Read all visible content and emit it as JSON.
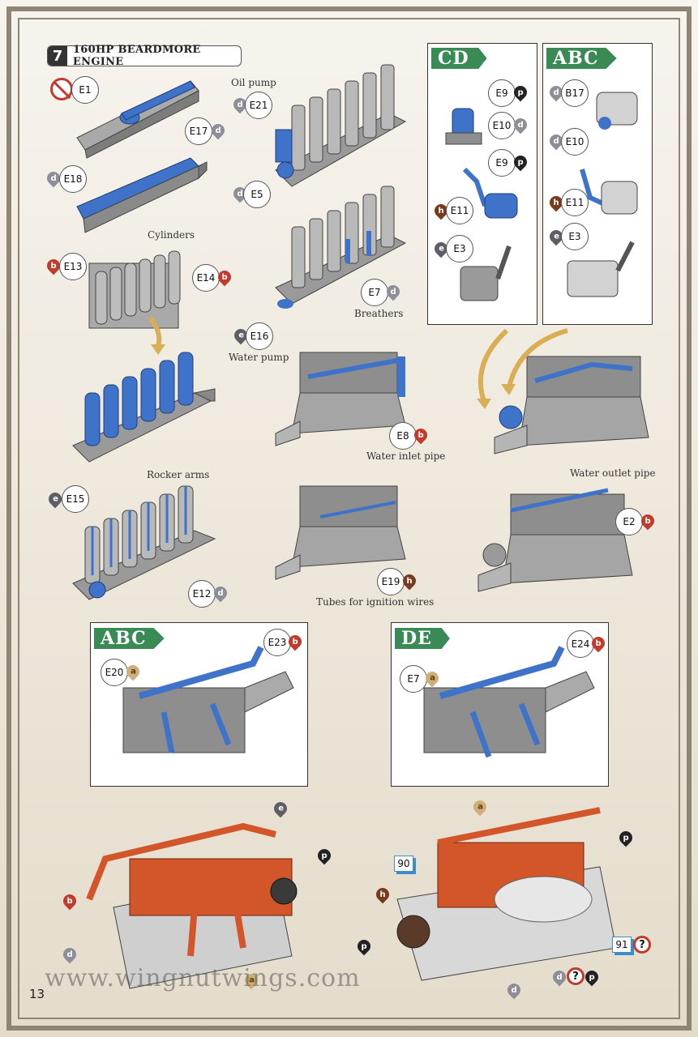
{
  "step": {
    "number": "7",
    "title": "160HP BEARDMORE ENGINE"
  },
  "labels": {
    "oil_pump": "Oil pump",
    "cylinders": "Cylinders",
    "breathers": "Breathers",
    "water_pump": "Water pump",
    "water_inlet_pipe": "Water inlet pipe",
    "rocker_arms": "Rocker arms",
    "water_outlet_pipe": "Water outlet pipe",
    "tubes_ignition": "Tubes for ignition wires"
  },
  "parts": {
    "e1": "E1",
    "e17": "E17",
    "e18": "E18",
    "e13": "E13",
    "e14": "E14",
    "e15": "E15",
    "e12": "E12",
    "e21": "E21",
    "e5": "E5",
    "e7": "E7",
    "e16": "E16",
    "e8": "E8",
    "e19": "E19",
    "e2": "E2",
    "e9": "E9",
    "e10": "E10",
    "e11": "E11",
    "e3": "E3",
    "b17": "B17",
    "e23": "E23",
    "e20": "E20",
    "e24": "E24"
  },
  "paints": {
    "d": "d",
    "b": "b",
    "h": "h",
    "p": "p",
    "e": "e",
    "a": "a"
  },
  "variants": {
    "cd": "CD",
    "abc": "ABC",
    "de": "DE"
  },
  "refs": {
    "r90": "90",
    "r91": "91",
    "q": "?"
  },
  "footer": {
    "website": "www.wingnutwings.com",
    "page": "13"
  },
  "colors": {
    "part_blue": "#3e73c9",
    "engine_grey": "#9a9a9a",
    "copper": "#d2562a",
    "tag_green": "#3a8a56"
  }
}
